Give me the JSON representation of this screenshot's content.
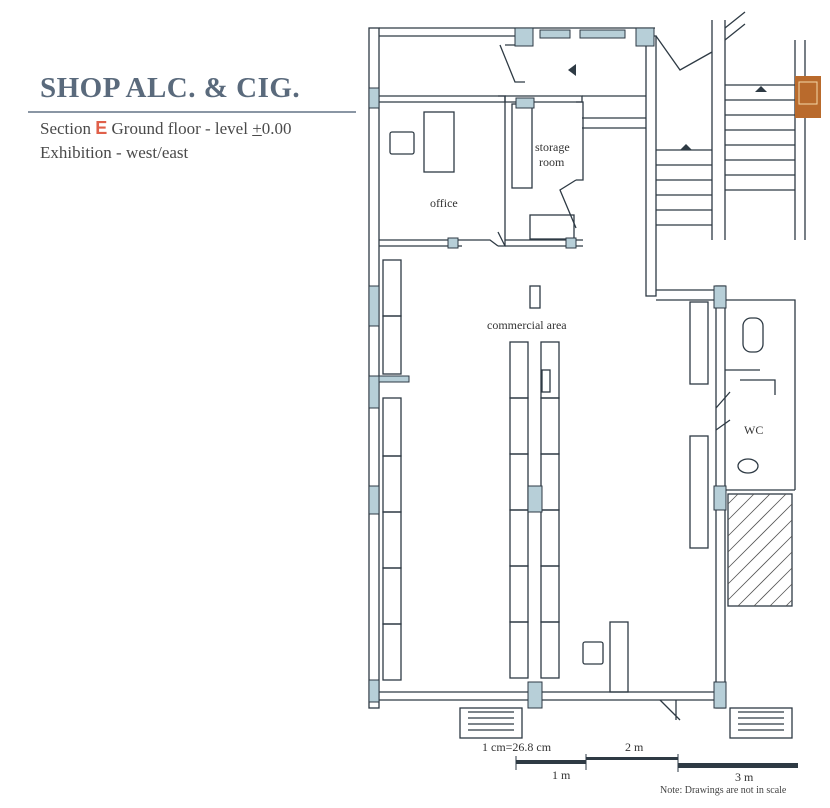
{
  "header": {
    "title": "SHOP ALC. & CIG.",
    "section_label": "Section",
    "section_mark": "E",
    "section_text": "Ground floor - level ",
    "level_sign": "+",
    "level_value": "0.00",
    "exhibition": "Exhibition - west/east"
  },
  "rooms": {
    "storage_line1": "storage",
    "storage_line2": "room",
    "office": "office",
    "commercial": "commercial area",
    "wc": "WC"
  },
  "scale": {
    "ratio": "1 cm=26.8 cm",
    "m1": "1 m",
    "m2": "2 m",
    "m3": "3 m",
    "note": "Note: Drawings are not in scale"
  },
  "colors": {
    "wall": "#2e3a44",
    "window": "#b7cfd8",
    "hatch": "#555555",
    "title": "#5a6a7c",
    "mark": "#e0604a",
    "logo": "#b96a2c"
  }
}
